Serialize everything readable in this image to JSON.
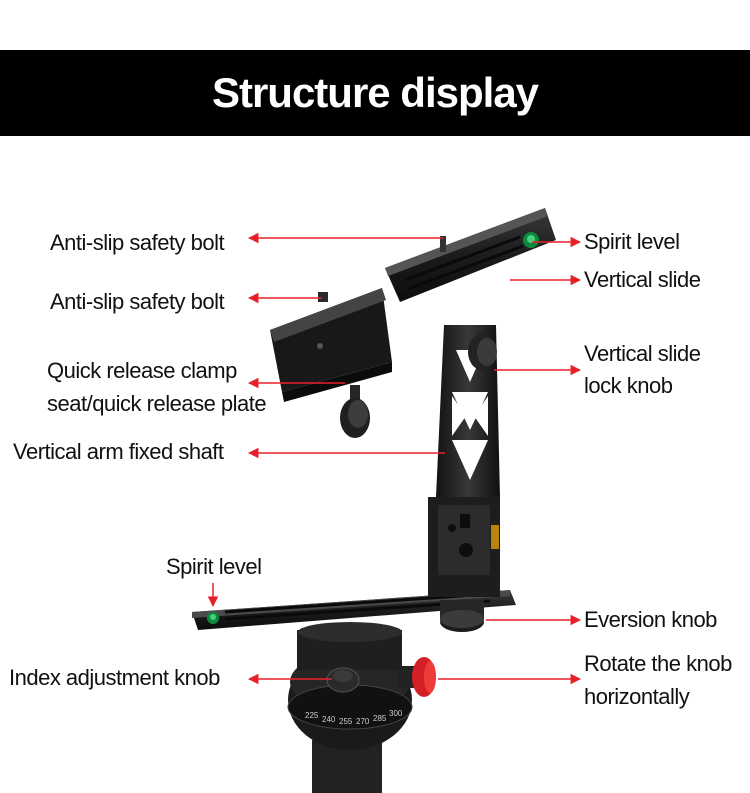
{
  "header": {
    "title": "Structure display"
  },
  "colors": {
    "arrow": "#e8202a",
    "title_bg": "#000000",
    "title_text": "#ffffff"
  },
  "labels": {
    "anti_slip_1": "Anti-slip safety bolt",
    "anti_slip_2": "Anti-slip safety bolt",
    "quick_release_1": "Quick release clamp",
    "quick_release_2": "seat/quick release plate",
    "arm_shaft": "Vertical arm fixed shaft",
    "spirit_level_bottom": "Spirit level",
    "index_knob": "Index adjustment knob",
    "spirit_level_top": "Spirit level",
    "vertical_slide": "Vertical slide",
    "slide_lock_1": "Vertical slide",
    "slide_lock_2": "lock knob",
    "eversion_knob": "Eversion knob",
    "rotate_knob_1": "Rotate the knob",
    "rotate_knob_2": "horizontally"
  },
  "dial": {
    "scale": [
      "225",
      "240",
      "255",
      "270",
      "285",
      "300"
    ]
  }
}
